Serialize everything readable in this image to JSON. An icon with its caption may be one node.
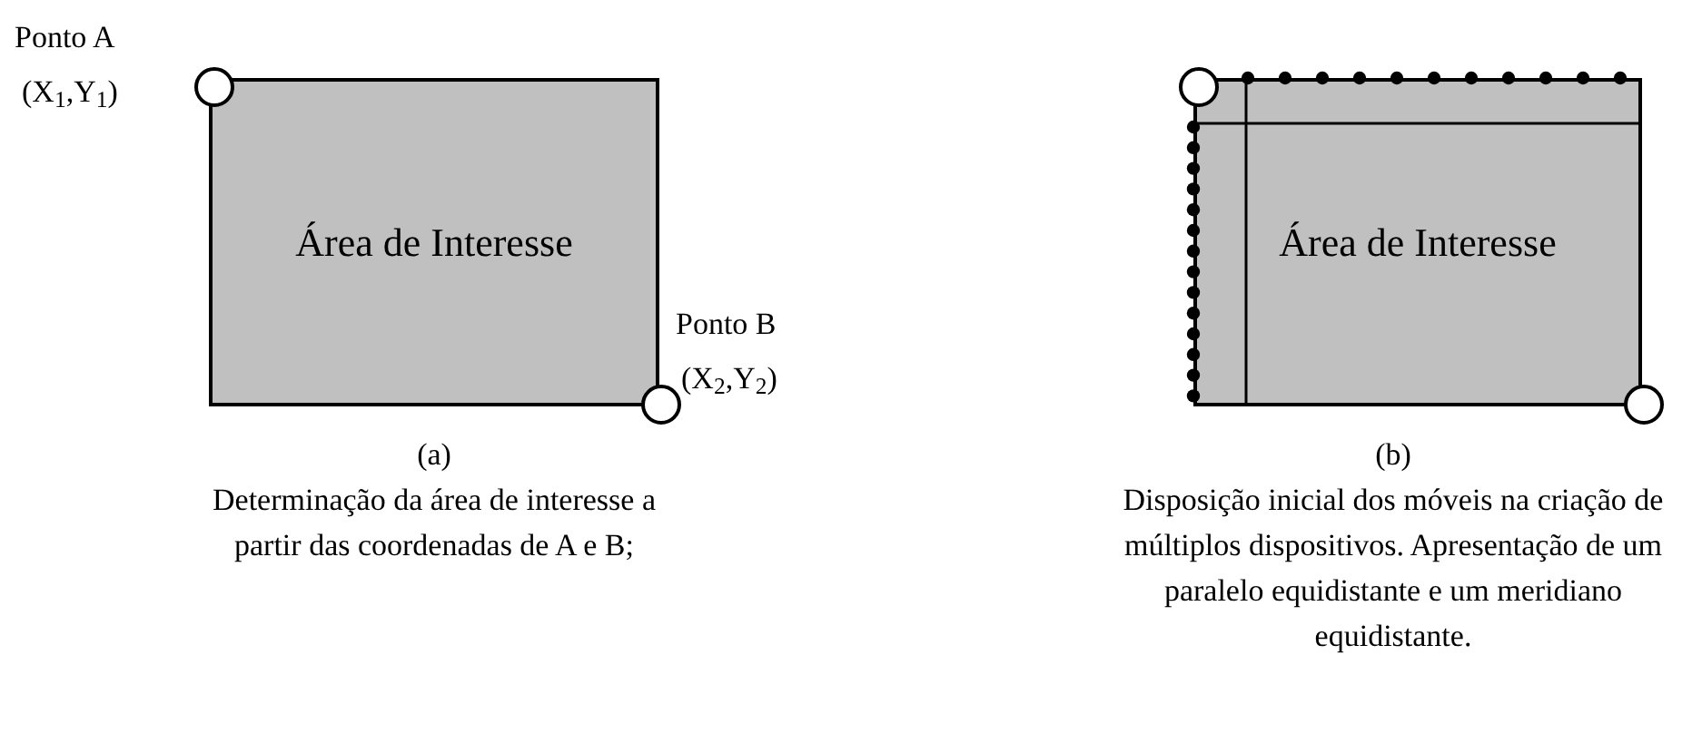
{
  "diagram": {
    "nodes": [
      {
        "text": [
          "Área de Interesse"
        ]
      },
      {
        "text": [],
        "shape": "circle",
        "beside": [
          "Ponto A",
          "(X$_{1}$,Y$_{1}$)"
        ]
      },
      {
        "text": [],
        "shape": "circle",
        "beside": [
          "Ponto B",
          "(X$_{2}$,Y$_{2}$)"
        ]
      },
      {
        "text": [
          "Área de Interesse"
        ]
      },
      {
        "text": [],
        "shape": "circle"
      },
      {
        "text": [],
        "shape": "circle"
      }
    ],
    "edges": [],
    "labels": [
      "(a)",
      "Determinação da área de interesse a partir das coordenadas de A e B;",
      "(b)",
      "Disposição inicial dos móveis na criação de múltiplos dispositivos. Apresentação de um paralelo equidistante e um meridiano equidistante."
    ]
  }
}
